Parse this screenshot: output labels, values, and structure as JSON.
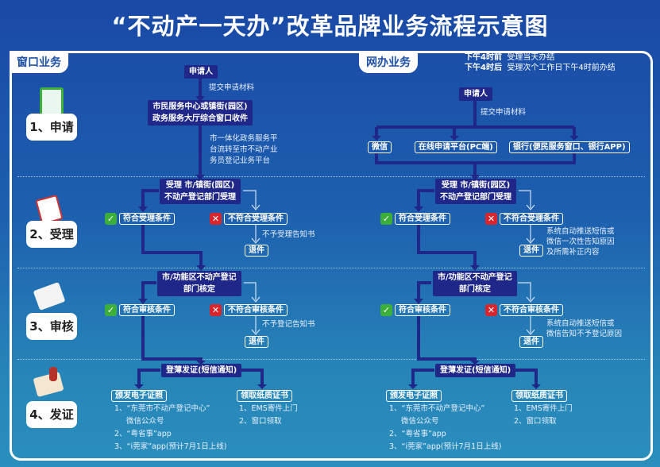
{
  "title": "“不动产一天办”改革品牌业务流程示意图",
  "tabs": {
    "window": "窗口业务",
    "online": "网办业务"
  },
  "hours": {
    "before_label": "下午4时前",
    "before_text": "受理当天办结",
    "after_label": "下午4时后",
    "after_text": "受理次个工作日下午4时前办结"
  },
  "steps": [
    "1、申请",
    "2、受理",
    "3、审核",
    "4、发证"
  ],
  "window": {
    "applicant": "申请人",
    "submit": "提交申请材料",
    "center": [
      "市民服务中心或镇街(园区)",
      "政务服务大厅综合窗口收件"
    ],
    "transfer": [
      "市一体化政务服务平",
      "台流转至市不动产业",
      "务员登记业务平台"
    ],
    "accept": [
      "受理 市/镇街(园区)",
      "不动产登记部门受理"
    ],
    "accept_ok": "符合受理条件",
    "accept_no": "不符合受理条件",
    "accept_notice": "不予受理告知书",
    "return": "退件",
    "review": [
      "市/功能区不动产登记",
      "部门核定"
    ],
    "review_ok": "符合审核条件",
    "review_no": "不符合审核条件",
    "review_notice": "不予登记告知书",
    "issue": "登薄发证(短信通知)",
    "ecert": "颁发电子证照",
    "ecert_items": [
      "1、“东莞市不动产登记中心”",
      "微信公众号",
      "2、“粤省事”app",
      "3、“i莞家”app(预计7月1日上线)"
    ],
    "paper": "领取纸质证书",
    "paper_items": [
      "1、EMS寄件上门",
      "2、窗口领取"
    ]
  },
  "online": {
    "applicant": "申请人",
    "submit": "提交申请材料",
    "channels": [
      "微信",
      "在线申请平台(PC端)",
      "银行(便民服务窗口、银行APP)"
    ],
    "accept": [
      "受理 市/镇街(园区)",
      "不动产登记部门受理"
    ],
    "accept_ok": "符合受理条件",
    "accept_no": "不符合受理条件",
    "accept_notice": [
      "系统自动推送短信或",
      "微信一次性告知原因",
      "及所需补正内容"
    ],
    "return": "退件",
    "review": [
      "市/功能区不动产登记",
      "部门核定"
    ],
    "review_ok": "符合审核条件",
    "review_no": "不符合审核条件",
    "review_notice": [
      "系统自动推送短信或",
      "微信告知不予登记原因"
    ],
    "issue": "登薄发证(短信通知)",
    "ecert": "颁发电子证照",
    "ecert_items": [
      "1、“东莞市不动产登记中心”",
      "微信公众号",
      "2、“粤省事”app",
      "3、“i莞家”app(预计7月1日上线)"
    ],
    "paper": "领取纸质证书",
    "paper_items": [
      "1、EMS寄件上门",
      "2、窗口领取"
    ]
  }
}
